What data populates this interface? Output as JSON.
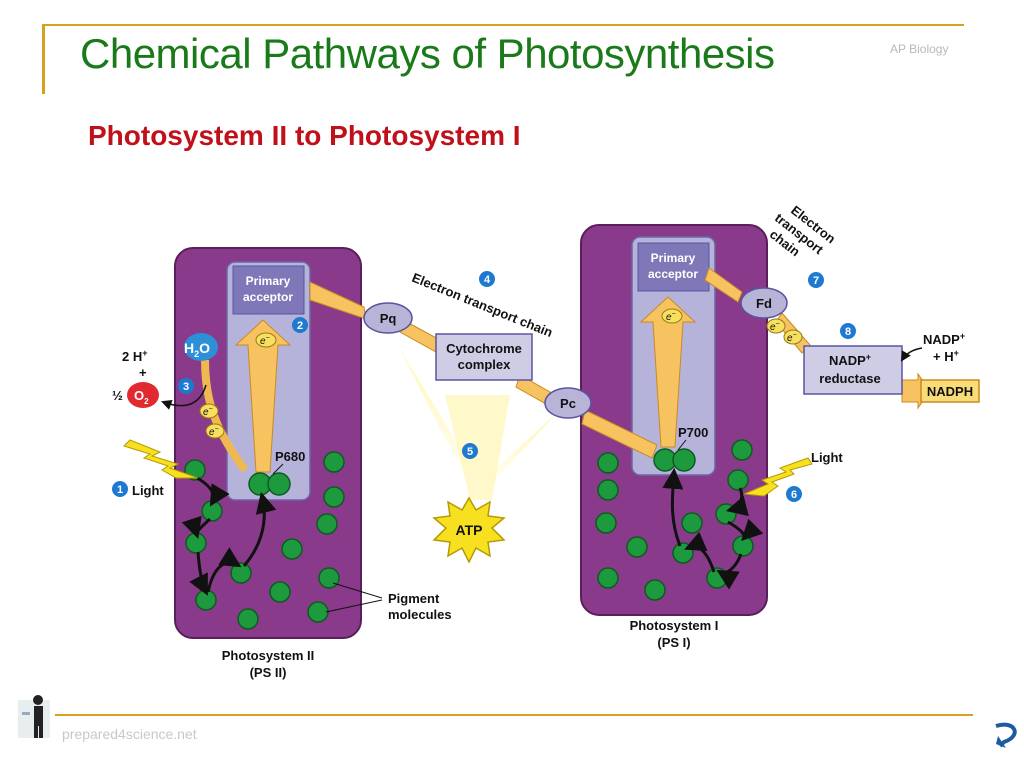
{
  "header": {
    "title": "Chemical Pathways of Photosynthesis",
    "course": "AP Biology"
  },
  "subtitle": "Photosystem II to Photosystem I",
  "footer": {
    "site": "prepared4science.net"
  },
  "colors": {
    "title": "#1a7a1a",
    "subtitle": "#c0101a",
    "accent_line": "#d6a21e",
    "photosystem": "#8a3a8a",
    "pigment": "#1e9a3e",
    "acceptor": "#7f78b8",
    "carrier": "#b8b4d8"
  },
  "diagram": {
    "ps2": {
      "primary_acceptor": [
        "Primary",
        "acceptor"
      ],
      "p680": "P680",
      "name": [
        "Photosystem II",
        "(PS II)"
      ]
    },
    "ps1": {
      "primary_acceptor": [
        "Primary",
        "acceptor"
      ],
      "p700": "P700",
      "name": [
        "Photosystem I",
        "(PS I)"
      ]
    },
    "water": {
      "h2o_h": "H",
      "h2o_2": "2",
      "h2o_o": "O",
      "protons": "2 H",
      "protons_sup": "+",
      "plus": "+",
      "half": "½",
      "o2_o": "O",
      "o2_2": "2"
    },
    "electron": "e",
    "electron_sup": "−",
    "carriers": {
      "pq": "Pq",
      "cytochrome": [
        "Cytochrome",
        "complex"
      ],
      "pc": "Pc",
      "fd": "Fd"
    },
    "etc_label_1": "Electron transport chain",
    "etc_label_2": [
      "Electron",
      "transport",
      "chain"
    ],
    "atp": "ATP",
    "light_1": "Light",
    "light_2": "Light",
    "pigment_label": [
      "Pigment",
      "molecules"
    ],
    "nadp_reductase": [
      "NADP",
      "reductase"
    ],
    "nadp_reductase_sup": "+",
    "nadp_in": [
      "NADP",
      "+ H"
    ],
    "nadp_in_sup": "+",
    "nadph": "NADPH",
    "steps": [
      "1",
      "2",
      "3",
      "4",
      "5",
      "6",
      "7",
      "8"
    ]
  }
}
